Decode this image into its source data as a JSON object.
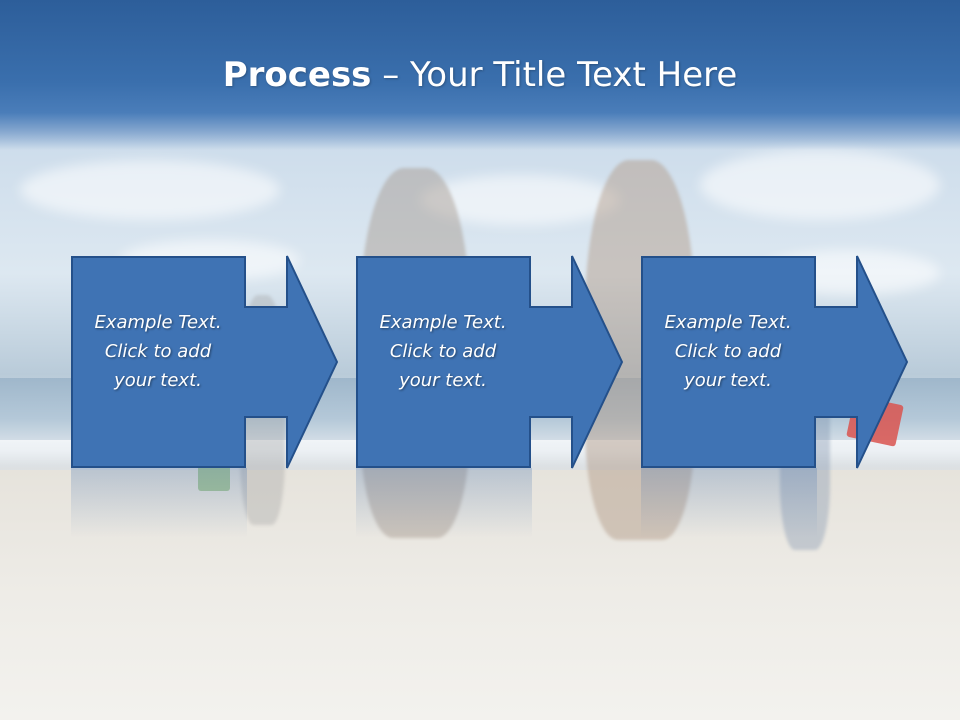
{
  "slide": {
    "title_bold": "Process",
    "title_rest": " – Your Title Text Here"
  },
  "steps": [
    {
      "line1": "Example Text.",
      "line2": "Click  to add",
      "line3": "your text."
    },
    {
      "line1": "Example Text.",
      "line2": "Click  to add",
      "line3": "your text."
    },
    {
      "line1": "Example Text.",
      "line2": "Click  to add",
      "line3": "your text."
    }
  ],
  "colors": {
    "title_band": "#3a6fad",
    "box_fill": "#3f73b4",
    "box_border": "#24508a"
  }
}
